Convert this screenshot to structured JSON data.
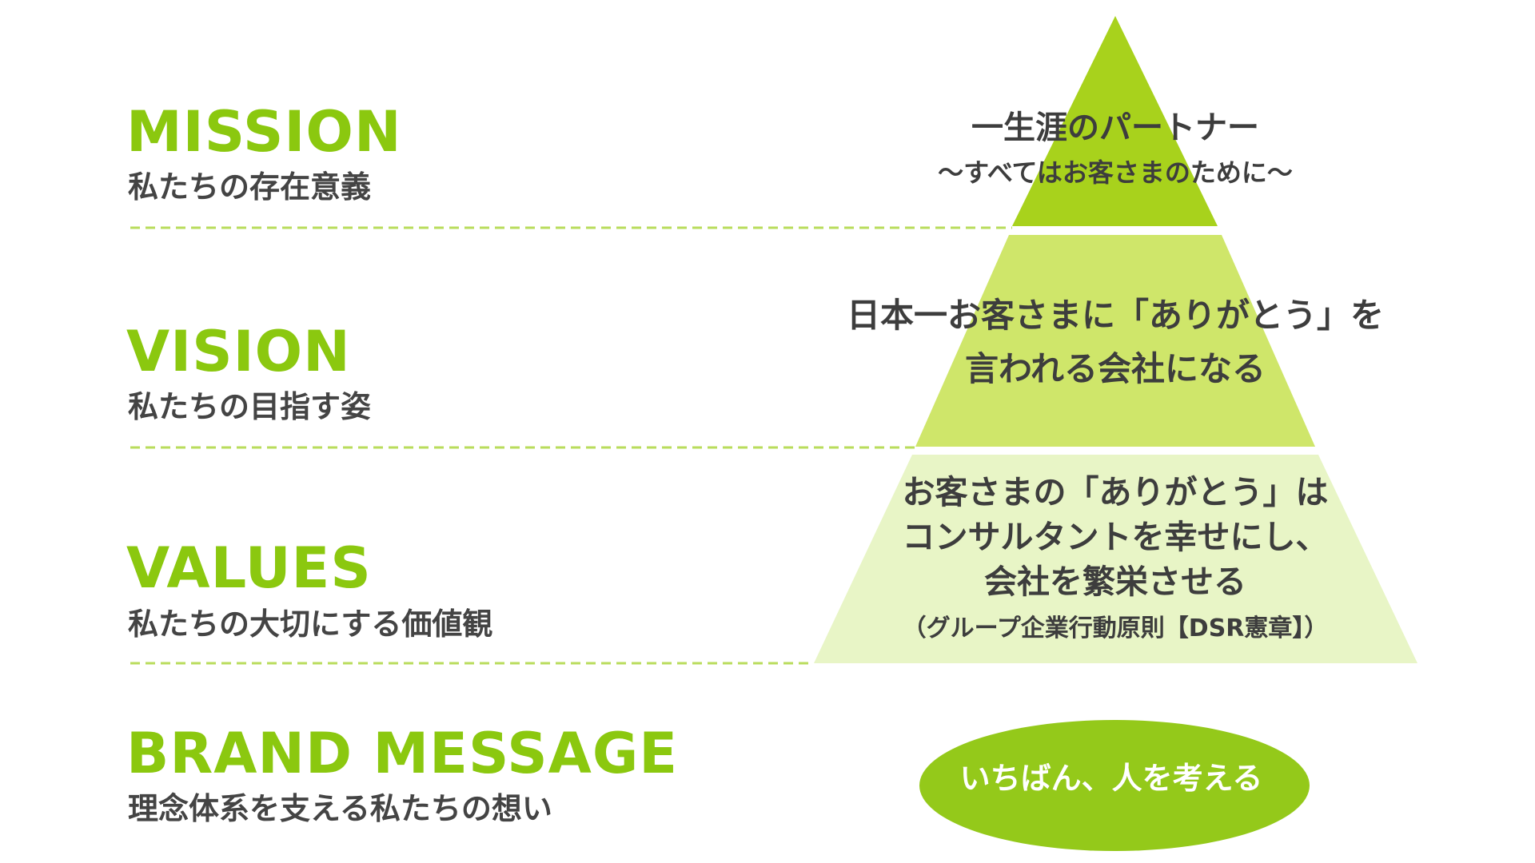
{
  "colors": {
    "accent": "#8bc80f",
    "tier_top": "#a8d21c",
    "tier_middle": "#cfe66a",
    "tier_bottom": "#e8f5c6",
    "brand_oval": "#94c91a",
    "dash_line": "#b9dc5c",
    "text_dark": "#3d3d3d"
  },
  "sections": [
    {
      "title": "MISSION",
      "subtitle": "私たちの存在意義"
    },
    {
      "title": "VISION",
      "subtitle": "私たちの目指す姿"
    },
    {
      "title": "VALUES",
      "subtitle": "私たちの大切にする価値観"
    },
    {
      "title": "BRAND MESSAGE",
      "subtitle": "理念体系を支える私たちの想い"
    }
  ],
  "pyramid": {
    "mission": {
      "line1": "一生涯のパートナー",
      "line2": "〜すべてはお客さまのために〜"
    },
    "vision": {
      "line1": "日本一お客さまに「ありがとう」を",
      "line2": "言われる会社になる"
    },
    "values": {
      "line1": "お客さまの「ありがとう」は",
      "line2": "コンサルタントを幸せにし、",
      "line3": "会社を繁栄させる",
      "note": "（グループ企業行動原則【DSR憲章】）"
    }
  },
  "brand": {
    "message": "いちばん、人を考える"
  }
}
